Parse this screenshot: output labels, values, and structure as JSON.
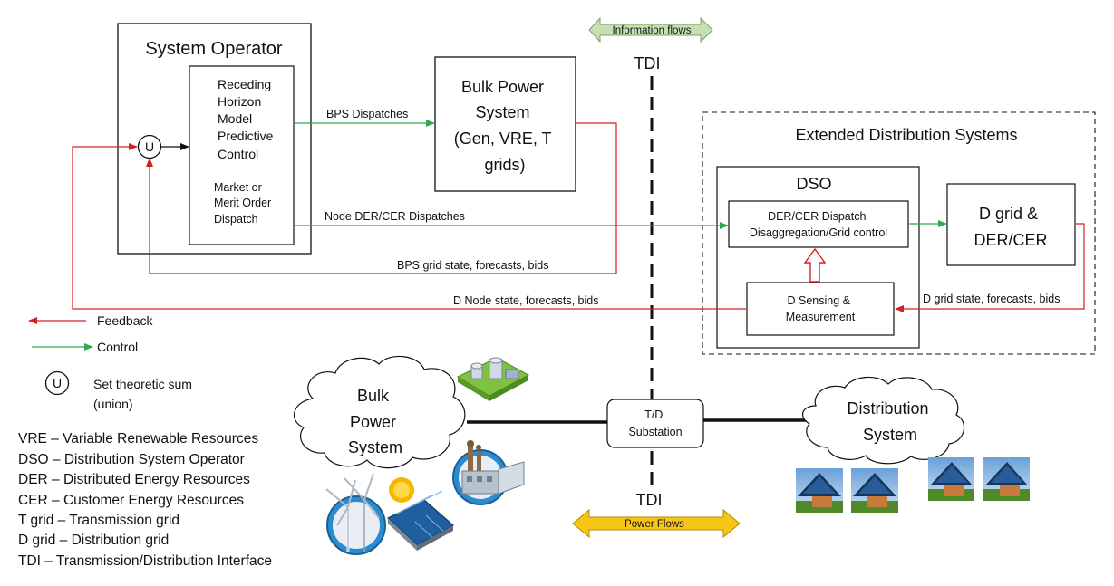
{
  "system_operator": {
    "title": "System Operator",
    "mpc_lines": [
      "Receding",
      "Horizon",
      "Model",
      "Predictive",
      "Control"
    ],
    "market_lines": [
      "Market or",
      "Merit Order",
      "Dispatch"
    ],
    "union_symbol": "U"
  },
  "bulk_power_box": {
    "lines": [
      "Bulk Power",
      "System",
      "(Gen, VRE, T",
      "grids)"
    ]
  },
  "tdi": {
    "top_label": "TDI",
    "bottom_label": "TDI"
  },
  "information_flows": "Information flows",
  "power_flows": "Power Flows",
  "extended_distribution": {
    "title": "Extended Distribution Systems",
    "dso_title": "DSO",
    "dispatch_lines": [
      "DER/CER Dispatch",
      "Disaggregation/Grid control"
    ],
    "sensing_lines": [
      "D Sensing &",
      "Measurement"
    ],
    "dgrid_lines": [
      "D grid &",
      "DER/CER"
    ]
  },
  "flows": {
    "bps_dispatches": "BPS Dispatches",
    "node_dispatches": "Node DER/CER Dispatches",
    "bps_grid_state": "BPS grid state, forecasts, bids",
    "d_node_state": "D Node state, forecasts, bids",
    "d_grid_state": "D grid state, forecasts, bids"
  },
  "legend": {
    "feedback": "Feedback",
    "control": "Control",
    "union_symbol": "U",
    "union_lines": [
      "Set theoretic sum",
      "(union)"
    ],
    "feedback_color": "#d42020",
    "control_color": "#2fa84f"
  },
  "abbreviations": [
    "VRE – Variable Renewable Resources",
    "DSO – Distribution System Operator",
    "DER – Distributed Energy Resources",
    "CER – Customer Energy Resources",
    "T grid – Transmission grid",
    "D grid – Distribution grid",
    "TDI – Transmission/Distribution Interface"
  ],
  "bottom": {
    "bulk_cloud_lines": [
      "Bulk",
      "Power",
      "System"
    ],
    "substation_lines": [
      "T/D",
      "Substation"
    ],
    "distribution_cloud_lines": [
      "Distribution",
      "System"
    ],
    "icons": [
      "power-plant-icon",
      "factory-icon",
      "wind-turbine-icon",
      "solar-panel-icon",
      "house-solar-icon"
    ]
  }
}
